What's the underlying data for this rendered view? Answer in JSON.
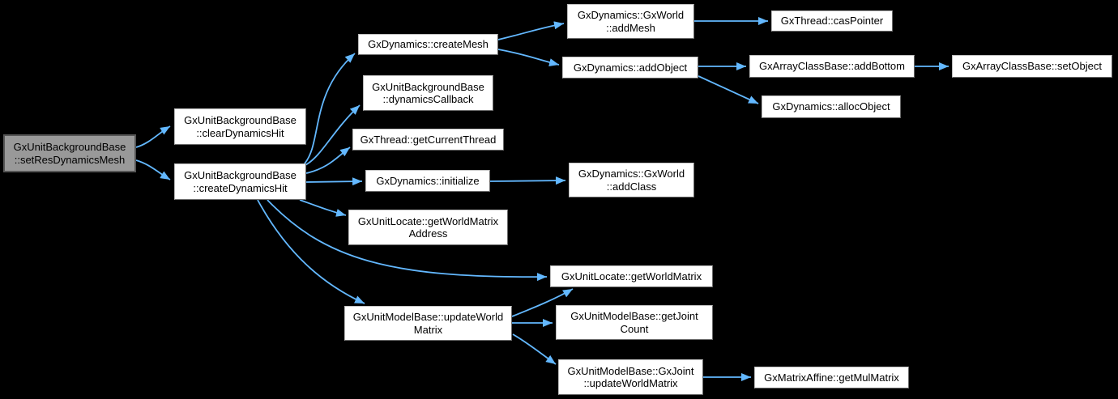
{
  "diagram": {
    "kind": "doxygen-call-graph",
    "background_color": "#000000",
    "edge_color": "#63b8ff",
    "node_fill": "#ffffff",
    "node_border": "#9c9c9c",
    "highlight_fill": "#999999",
    "highlight_border": "#565656",
    "text_color": "#000000"
  },
  "nodes": {
    "setResDynamicsMesh": {
      "lines": [
        "GxUnitBackgroundBase",
        "::setResDynamicsMesh"
      ],
      "highlighted": true
    },
    "clearDynamicsHit": {
      "lines": [
        "GxUnitBackgroundBase",
        "::clearDynamicsHit"
      ]
    },
    "createDynamicsHit": {
      "lines": [
        "GxUnitBackgroundBase",
        "::createDynamicsHit"
      ]
    },
    "createMesh": {
      "label": "GxDynamics::createMesh"
    },
    "dynamicsCallback": {
      "lines": [
        "GxUnitBackgroundBase",
        "::dynamicsCallback"
      ]
    },
    "getCurrentThread": {
      "label": "GxThread::getCurrentThread"
    },
    "initialize": {
      "label": "GxDynamics::initialize"
    },
    "getWorldMatrixAddress": {
      "lines": [
        "GxUnitLocate::getWorldMatrix",
        "Address"
      ]
    },
    "addMesh": {
      "lines": [
        "GxDynamics::GxWorld",
        "::addMesh"
      ]
    },
    "addObject": {
      "label": "GxDynamics::addObject"
    },
    "addClass": {
      "lines": [
        "GxDynamics::GxWorld",
        "::addClass"
      ]
    },
    "casPointer": {
      "label": "GxThread::casPointer"
    },
    "addBottom": {
      "label": "GxArrayClassBase::addBottom"
    },
    "allocObject": {
      "label": "GxDynamics::allocObject"
    },
    "setObject": {
      "label": "GxArrayClassBase::setObject"
    },
    "getWorldMatrix": {
      "label": "GxUnitLocate::getWorldMatrix"
    },
    "updateWorldMatrix": {
      "lines": [
        "GxUnitModelBase::updateWorld",
        "Matrix"
      ]
    },
    "getJointCount": {
      "lines": [
        "GxUnitModelBase::getJoint",
        "Count"
      ]
    },
    "jointUpdateWorldMatrix": {
      "lines": [
        "GxUnitModelBase::GxJoint",
        "::updateWorldMatrix"
      ]
    },
    "getMulMatrix": {
      "label": "GxMatrixAffine::getMulMatrix"
    }
  },
  "edges": [
    {
      "from": "setResDynamicsMesh",
      "to": "clearDynamicsHit"
    },
    {
      "from": "setResDynamicsMesh",
      "to": "createDynamicsHit"
    },
    {
      "from": "createDynamicsHit",
      "to": "createMesh"
    },
    {
      "from": "createDynamicsHit",
      "to": "dynamicsCallback"
    },
    {
      "from": "createDynamicsHit",
      "to": "getCurrentThread"
    },
    {
      "from": "createDynamicsHit",
      "to": "initialize"
    },
    {
      "from": "createDynamicsHit",
      "to": "getWorldMatrixAddress"
    },
    {
      "from": "createDynamicsHit",
      "to": "getWorldMatrix"
    },
    {
      "from": "createDynamicsHit",
      "to": "updateWorldMatrix"
    },
    {
      "from": "createMesh",
      "to": "addMesh"
    },
    {
      "from": "createMesh",
      "to": "addObject"
    },
    {
      "from": "addMesh",
      "to": "casPointer"
    },
    {
      "from": "addObject",
      "to": "addBottom"
    },
    {
      "from": "addObject",
      "to": "allocObject"
    },
    {
      "from": "addBottom",
      "to": "setObject"
    },
    {
      "from": "initialize",
      "to": "addClass"
    },
    {
      "from": "updateWorldMatrix",
      "to": "getWorldMatrix"
    },
    {
      "from": "updateWorldMatrix",
      "to": "getJointCount"
    },
    {
      "from": "updateWorldMatrix",
      "to": "jointUpdateWorldMatrix"
    },
    {
      "from": "jointUpdateWorldMatrix",
      "to": "getMulMatrix"
    }
  ]
}
